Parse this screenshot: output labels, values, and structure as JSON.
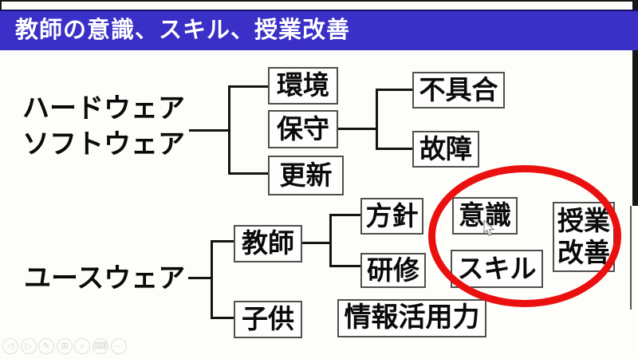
{
  "slide": {
    "title": "教師の意識、スキル、授業改善"
  },
  "colors": {
    "title_bar_bg": "#3a2fc6",
    "title_text": "#ffffff",
    "annotation_red": "#ea1010",
    "connector": "#141414",
    "node_border": "#4f4f4f"
  },
  "diagram": {
    "root_labels": {
      "hardware": "ハードウェア",
      "software": "ソフトウェア",
      "userware": "ユースウェア"
    },
    "nodes": {
      "kankyou": "環境",
      "hoshu": "保守",
      "koushin": "更新",
      "fuguai": "不具合",
      "koshou": "故障",
      "kyoushi": "教師",
      "kodomo": "子供",
      "houshin": "方針",
      "kenshuu": "研修",
      "jouhou_katsuyou": "情報活用力",
      "ishiki": "意識",
      "sukiru": "スキル",
      "jugyou": "授業",
      "kaizen": "改善"
    }
  },
  "toolbar": {
    "icons": [
      {
        "name": "previous-slide",
        "glyph": "◁"
      },
      {
        "name": "next-slide",
        "glyph": "▷"
      },
      {
        "name": "pen-tool",
        "glyph": "✎"
      },
      {
        "name": "see-all-slides",
        "glyph": "⊞"
      },
      {
        "name": "zoom",
        "glyph": "⌕"
      },
      {
        "name": "subtitles",
        "glyph": "⌨"
      },
      {
        "name": "more-options",
        "glyph": "⋯"
      }
    ]
  }
}
